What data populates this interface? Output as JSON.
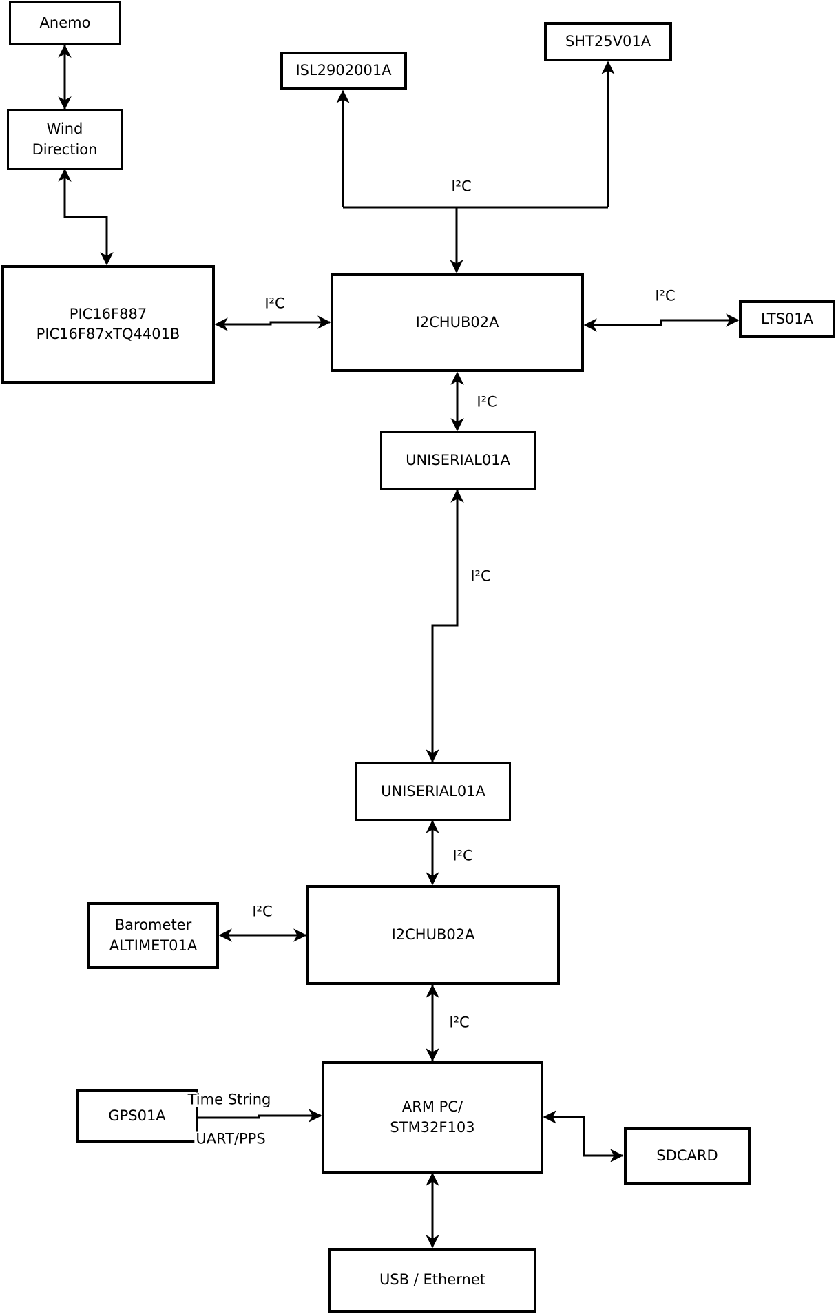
{
  "diagram": {
    "type": "block-diagram",
    "colors": {
      "background": "#ffffff",
      "line": "#000000",
      "box_fill": "#ffffff",
      "box_border": "#000000",
      "text": "#000000"
    },
    "nodes": {
      "anemo": {
        "lines": [
          "Anemo"
        ]
      },
      "wind": {
        "lines": [
          "Wind",
          "Direction"
        ]
      },
      "pic": {
        "lines": [
          "PIC16F887",
          "PIC16F87xTQ4401B"
        ]
      },
      "isl": {
        "lines": [
          "ISL2902001A"
        ]
      },
      "sht": {
        "lines": [
          "SHT25V01A"
        ]
      },
      "hub1": {
        "lines": [
          "I2CHUB02A"
        ]
      },
      "lts": {
        "lines": [
          "LTS01A"
        ]
      },
      "uni1": {
        "lines": [
          "UNISERIAL01A"
        ]
      },
      "uni2": {
        "lines": [
          "UNISERIAL01A"
        ]
      },
      "hub2": {
        "lines": [
          "I2CHUB02A"
        ]
      },
      "baro": {
        "lines": [
          "Barometer",
          "ALTIMET01A"
        ]
      },
      "gps": {
        "lines": [
          "GPS01A"
        ]
      },
      "arm": {
        "lines": [
          "ARM PC/",
          "STM32F103"
        ]
      },
      "sdcard": {
        "lines": [
          "SDCARD"
        ]
      },
      "usb": {
        "lines": [
          "USB / Ethernet"
        ]
      }
    },
    "edge_labels": {
      "bus_top": "I²C",
      "pic_hub1": "I²C",
      "hub1_lts": "I²C",
      "hub1_uni1": "I²C",
      "uni1_uni2": "I²C",
      "uni2_hub2": "I²C",
      "baro_hub2": "I²C",
      "hub2_arm": "I²C",
      "gps_arm_top": "Time String",
      "gps_arm_bottom": "UART/PPS"
    }
  }
}
